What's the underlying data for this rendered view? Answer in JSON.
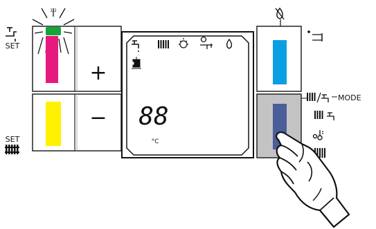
{
  "left_panel": {
    "set_label_top": "SET",
    "set_label_bottom": "SET",
    "plus_label": "+",
    "minus_label": "−",
    "top_indicator_color": "#13a538",
    "magenta_bar_color": "#e5197e",
    "yellow_bar_color": "#fff200"
  },
  "display": {
    "digits": "88",
    "unit": "°C",
    "icons": [
      "tap-icon",
      "radiator-icon",
      "sun-burner-icon",
      "timer-tap-icon",
      "flame-icon",
      "service-icon"
    ]
  },
  "right_panel": {
    "mode_label": "MODE",
    "blue_bar_color": "#0a9fe3",
    "dark_blue_bar_color": "#4a5e9a",
    "pressed_button_color": "#c3c3c3",
    "icons_top": [
      "no-flame-icon",
      "hand-pointer-icon"
    ],
    "icons_bottom": [
      "radiator-tap-icon",
      "radiator-tap-icon-2",
      "thermometer-icon",
      "radiator-icon"
    ]
  }
}
